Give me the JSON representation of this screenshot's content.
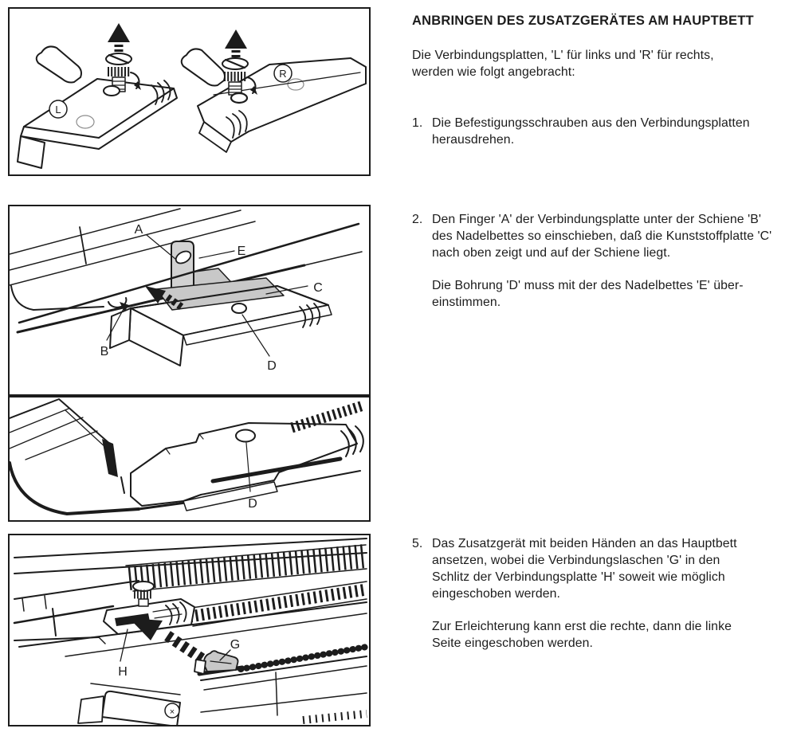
{
  "page": {
    "title": "ANBRINGEN DES ZUSATZGERÄTES AM HAUPTBETT",
    "intro": "Die Verbindungsplatten, 'L' für links und 'R' für rechts,\nwerden wie folgt angebracht:"
  },
  "steps": [
    {
      "number": "1.",
      "text": "Die Befestigungsschrauben aus den Verbindungsplatten\nherausdrehen."
    },
    {
      "number": "2.",
      "text": "Den Finger 'A' der Verbindungsplatte unter der Schiene 'B'\ndes Nadelbettes so einschieben, daß die Kunststoffplatte 'C'\nnach oben zeigt und auf der Schiene liegt.",
      "note": "Die Bohrung 'D' muss mit der des Nadelbettes 'E' über-\neinstimmen."
    },
    {
      "number": "5.",
      "text": "Das Zusatzgerät mit beiden Händen an das Hauptbett\nansetzen, wobei die Verbindungslaschen 'G' in den\nSchlitz der Verbindungsplatte 'H' soweit wie möglich\neingeschoben werden.",
      "note": "Zur Erleichterung kann erst die rechte, dann die linke\nSeite eingeschoben werden."
    }
  ],
  "figures": {
    "fig1": {
      "left_plate": "L",
      "right_plate": "R"
    },
    "fig2": {
      "a": "A",
      "b": "B",
      "c": "C",
      "d": "D",
      "e": "E"
    },
    "fig3": {
      "d": "D"
    },
    "fig4": {
      "g": "G",
      "h": "H",
      "screw": "×"
    }
  },
  "colors": {
    "ink": "#1c1c1c",
    "paper": "#ffffff",
    "shade": "#c8c8c8"
  }
}
